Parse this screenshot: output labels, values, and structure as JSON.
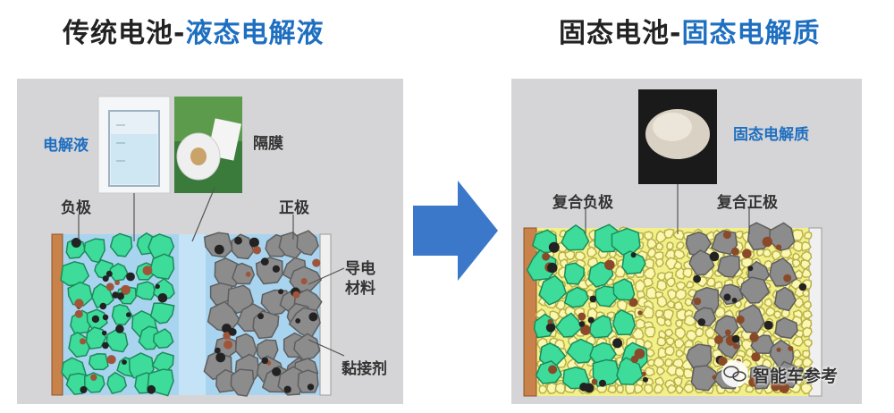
{
  "left": {
    "title_main": "传统电池-",
    "title_accent": "液态电解液",
    "electrolyte_label": "电解液",
    "separator_label": "隔膜",
    "anode_label": "负极",
    "cathode_label": "正极",
    "conductive_label_line1": "导电",
    "conductive_label_line2": "材料",
    "binder_label": "黏接剂"
  },
  "right": {
    "title_main": "固态电池-",
    "title_accent": "固态电解质",
    "solid_electrolyte_label": "固态电解质",
    "composite_anode_label": "复合负极",
    "composite_cathode_label": "复合正极"
  },
  "watermark": "智能车参考",
  "colors": {
    "accent_blue": "#1f6fc0",
    "anode_green": "#3ddc9a",
    "cathode_gray": "#8c8c8c",
    "electrolyte_blue": "#a9d4f0",
    "solid_yellow": "#f3f08a",
    "collector_copper": "#c9824a",
    "arrow_blue": "#3b78c9"
  }
}
